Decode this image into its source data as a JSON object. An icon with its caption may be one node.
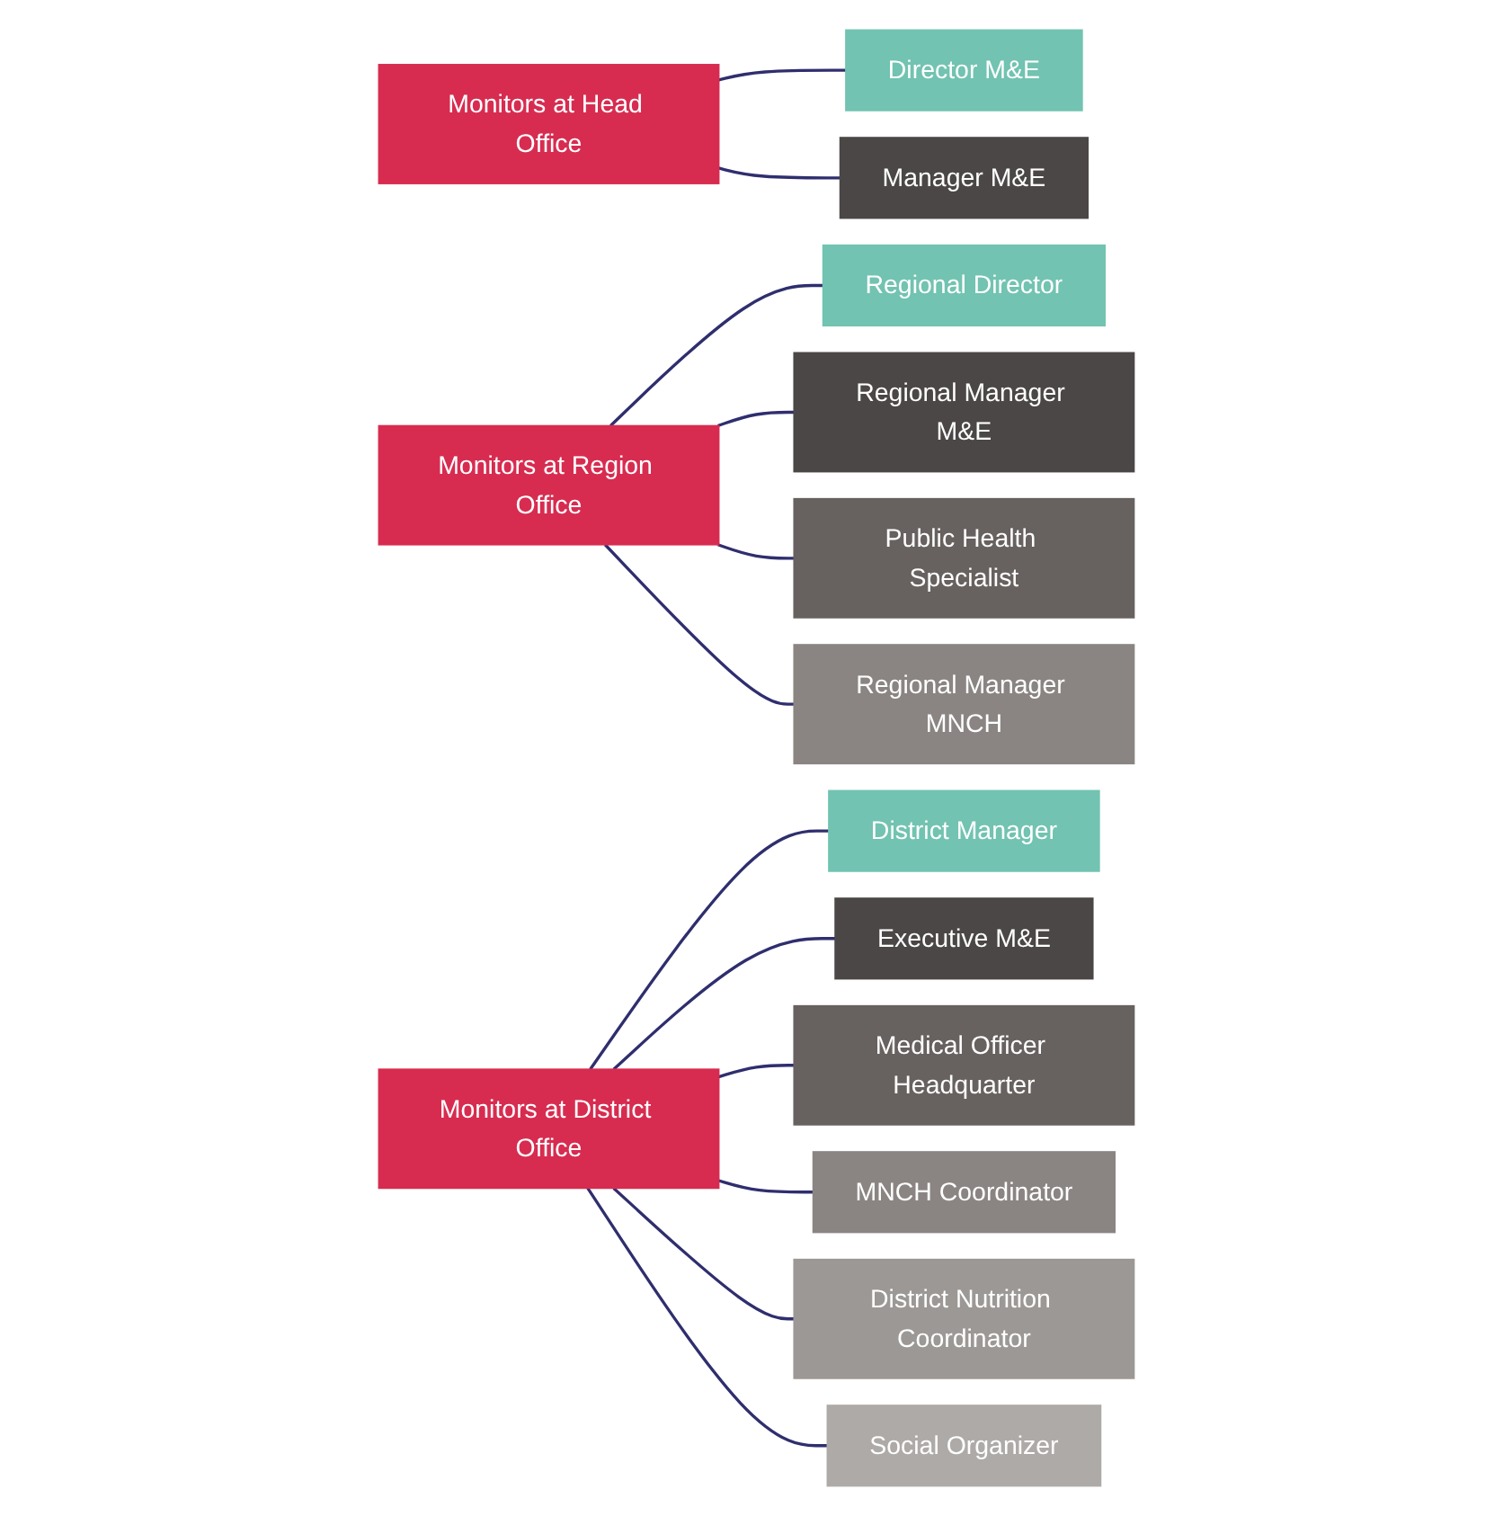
{
  "diagram": {
    "nodes": [
      {
        "text": [
          "Monitors at Head Office"
        ]
      },
      {
        "text": [
          "Director M&E"
        ]
      },
      {
        "text": [
          "Manager M&E"
        ]
      },
      {
        "text": [
          "Monitors at Region Office"
        ]
      },
      {
        "text": [
          "Regional Director"
        ]
      },
      {
        "text": [
          "Regional Manager M&E"
        ]
      },
      {
        "text": [
          "Public Health Specialist"
        ]
      },
      {
        "text": [
          "Regional Manager MNCH"
        ]
      },
      {
        "text": [
          "Monitors at District Office"
        ]
      },
      {
        "text": [
          "District Manager"
        ]
      },
      {
        "text": [
          "Executive M&E"
        ]
      },
      {
        "text": [
          "Medical Officer Headquarter"
        ]
      },
      {
        "text": [
          "MNCH Coordinator"
        ]
      },
      {
        "text": [
          "District Nutrition Coordinator"
        ]
      },
      {
        "text": [
          "Social Organizer"
        ]
      }
    ],
    "edges": [
      {
        "from": 0,
        "to": 1,
        "arrow": "none"
      },
      {
        "from": 0,
        "to": 2,
        "arrow": "none"
      },
      {
        "from": 3,
        "to": 4,
        "arrow": "none"
      },
      {
        "from": 3,
        "to": 5,
        "arrow": "none"
      },
      {
        "from": 3,
        "to": 6,
        "arrow": "none"
      },
      {
        "from": 3,
        "to": 7,
        "arrow": "none"
      },
      {
        "from": 8,
        "to": 9,
        "arrow": "none"
      },
      {
        "from": 8,
        "to": 10,
        "arrow": "none"
      },
      {
        "from": 8,
        "to": 11,
        "arrow": "none"
      },
      {
        "from": 8,
        "to": 12,
        "arrow": "none"
      },
      {
        "from": 8,
        "to": 13,
        "arrow": "none"
      },
      {
        "from": 8,
        "to": 14,
        "arrow": "none"
      }
    ]
  }
}
